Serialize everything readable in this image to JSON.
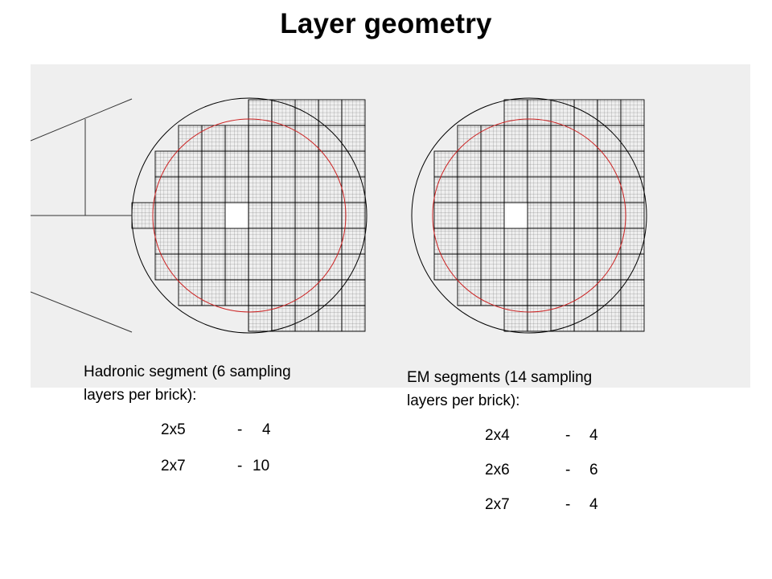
{
  "title": "Layer geometry",
  "hadronic": {
    "caption_line1": "Hadronic segment (6 sampling",
    "caption_line2": "layers per brick):",
    "rows": [
      {
        "size": "2x5",
        "dash": "-",
        "count": "4"
      },
      {
        "size": "2x7",
        "dash": "-",
        "count": "10"
      }
    ]
  },
  "em": {
    "caption_line1": "EM segments (14 sampling",
    "caption_line2": "layers per brick):",
    "rows": [
      {
        "size": "2x4",
        "dash": "-",
        "count": "4"
      },
      {
        "size": "2x6",
        "dash": "-",
        "count": "6"
      },
      {
        "size": "2x7",
        "dash": "-",
        "count": "4"
      }
    ]
  },
  "colors": {
    "panel_background": "#efefef",
    "grid_line": "#000000",
    "fine_grid": "#6a6a6a",
    "outer_circle": "#000000",
    "inner_circle": "#cc2222"
  }
}
